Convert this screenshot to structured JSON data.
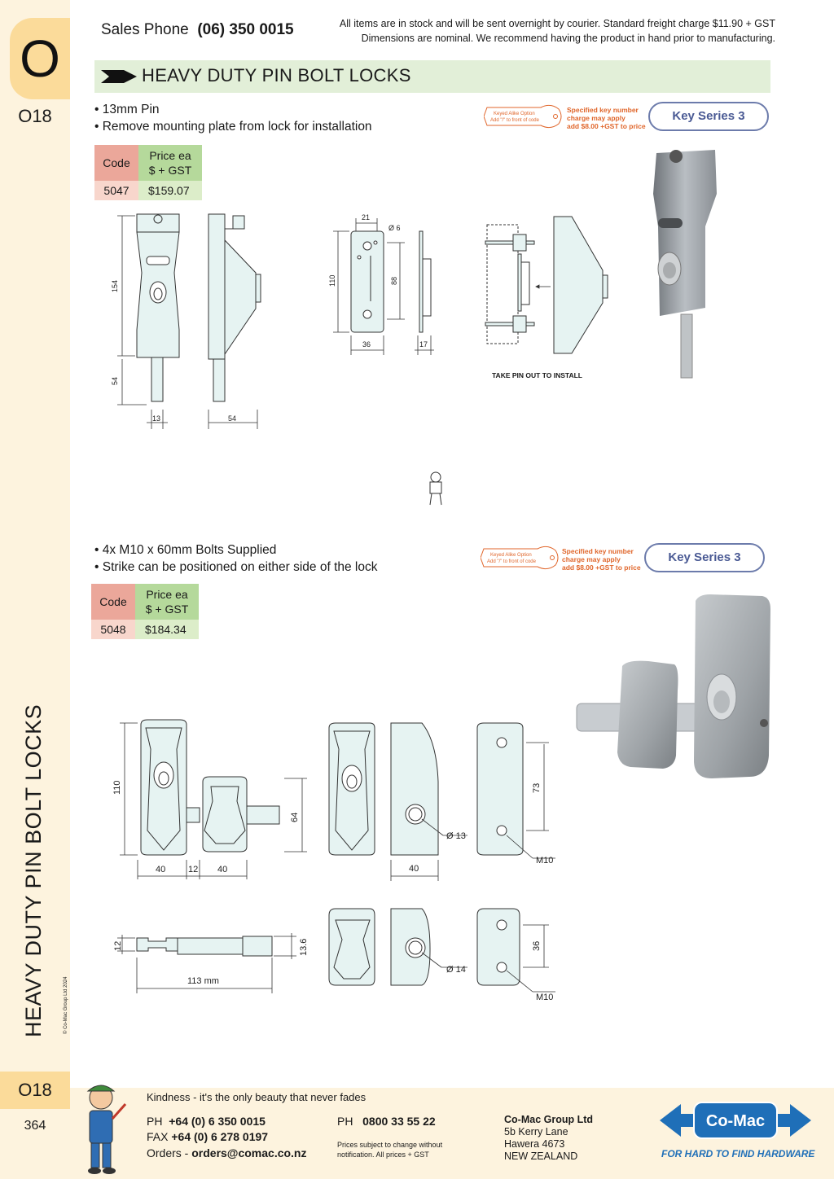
{
  "sidebar": {
    "letter": "O",
    "code_top": "O18",
    "vertical_title": "HEAVY DUTY PIN BOLT LOCKS",
    "code_bottom": "O18",
    "page_number": "364",
    "copyright": "© Co-Mac Group Ltd 2024"
  },
  "header": {
    "sales_label": "Sales Phone",
    "sales_number": "(06) 350 0015",
    "note_line1": "All items are in stock and will be sent overnight by courier. Standard freight charge $11.90 + GST",
    "note_line2": "Dimensions are nominal. We recommend having the product in hand prior to manufacturing."
  },
  "title": "HEAVY DUTY PIN BOLT LOCKS",
  "product1": {
    "bullets": [
      "• 13mm Pin",
      "• Remove mounting plate from lock for installation"
    ],
    "key_alike_line1": "Keyed Alike Option",
    "key_alike_line2": "Add \"/\" to front of code",
    "key_note_line1": "Specified key number",
    "key_note_line2": "charge may apply",
    "key_note_line3": "add $8.00 +GST to price",
    "key_series": "Key Series 3",
    "table": {
      "code_header": "Code",
      "price_header_line1": "Price ea",
      "price_header_line2": "$ + GST",
      "code": "5047",
      "price": "$159.07"
    },
    "dims": {
      "h154": "154",
      "h54": "54",
      "w13": "13",
      "w54": "54",
      "w21": "21",
      "dia6": "Ø 6",
      "h110": "110",
      "h88": "88",
      "w36": "36",
      "w17": "17"
    },
    "install_note": "TAKE PIN OUT TO INSTALL"
  },
  "product2": {
    "bullets": [
      "• 4x M10 x 60mm Bolts Supplied",
      "• Strike can be positioned on either side of the lock"
    ],
    "key_alike_line1": "Keyed Alike Option",
    "key_alike_line2": "Add \"/\" to front of code",
    "key_note_line1": "Specified key number",
    "key_note_line2": "charge may apply",
    "key_note_line3": "add $8.00 +GST to price",
    "key_series": "Key Series 3",
    "table": {
      "code_header": "Code",
      "price_header_line1": "Price ea",
      "price_header_line2": "$ + GST",
      "code": "5048",
      "price": "$184.34"
    },
    "dims": {
      "h110": "110",
      "w40a": "40",
      "w12": "12",
      "w40b": "40",
      "h64": "64",
      "dia13": "Ø 13",
      "w40c": "40",
      "h73": "73",
      "m10a": "M10",
      "h12": "12",
      "h13_6": "13.6",
      "len113": "113 mm",
      "dia14": "Ø 14",
      "h36": "36",
      "m10b": "M10"
    }
  },
  "footer": {
    "slogan": "Kindness - it's the only beauty that never fades",
    "ph_label": "PH",
    "ph": "+64 (0) 6 350 0015",
    "fax_label": "FAX",
    "fax": "+64 (0) 6 278 0197",
    "orders_label": "Orders -",
    "orders_email": "orders@comac.co.nz",
    "ph2_label": "PH",
    "ph2": "0800 33 55 22",
    "prices_line1": "Prices subject to change without",
    "prices_line2": "notification. All prices + GST",
    "company": "Co-Mac Group Ltd",
    "address1": "5b Kerry Lane",
    "address2": "Hawera 4673",
    "address3": "NEW ZEALAND",
    "logo_text": "Co-Mac",
    "logo_tagline": "FOR HARD TO FIND HARDWARE"
  },
  "colors": {
    "title_bar": "#e2efd8",
    "sidebar": "#fdf3de",
    "tab": "#fbdb9a",
    "code_header": "#eba79a",
    "price_header": "#b5d99b",
    "key_series_border": "#6c7bab",
    "key_note": "#e0662b",
    "logo_blue": "#1f6fb8"
  }
}
